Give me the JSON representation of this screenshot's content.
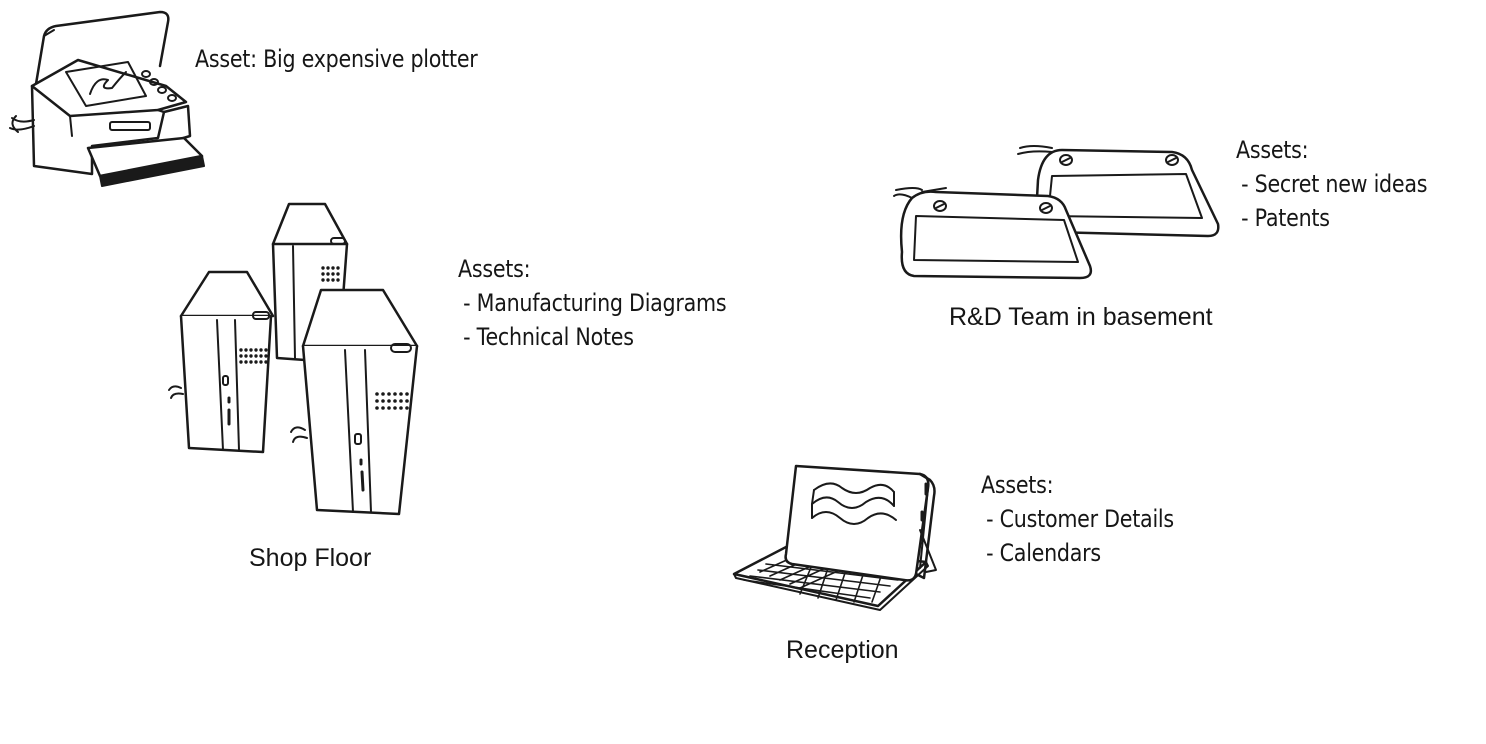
{
  "nodes": {
    "plotter": {
      "asset_line": "Asset: Big expensive plotter",
      "icon": "printer-plotter-icon"
    },
    "shop_floor": {
      "label": "Shop Floor",
      "assets_heading": "Assets:",
      "assets": [
        "- Manufacturing Diagrams",
        "- Technical Notes"
      ],
      "icon": "tower-servers-icon"
    },
    "rnd": {
      "label": "R&D Team in basement",
      "assets_heading": "Assets:",
      "assets": [
        "- Secret new ideas",
        "- Patents"
      ],
      "icon": "drawing-tablets-icon"
    },
    "reception": {
      "label": "Reception",
      "assets_heading": "Assets:",
      "assets": [
        "- Customer Details",
        "- Calendars"
      ],
      "icon": "tablet-keyboard-icon"
    }
  }
}
